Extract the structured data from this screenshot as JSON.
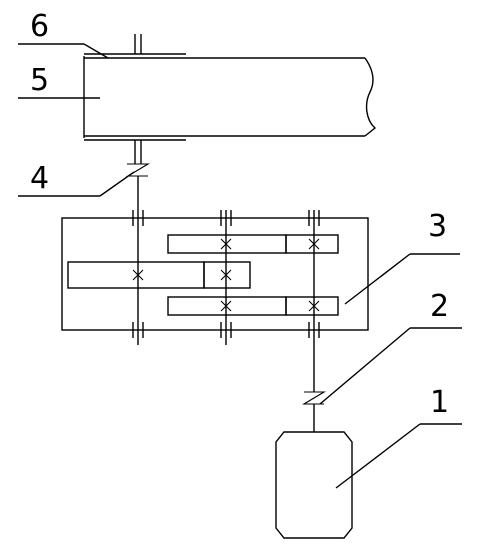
{
  "labels": {
    "motor": "1",
    "coupling_low": "2",
    "gearbox": "3",
    "coupling_high": "4",
    "drum": "5",
    "belt": "6"
  }
}
